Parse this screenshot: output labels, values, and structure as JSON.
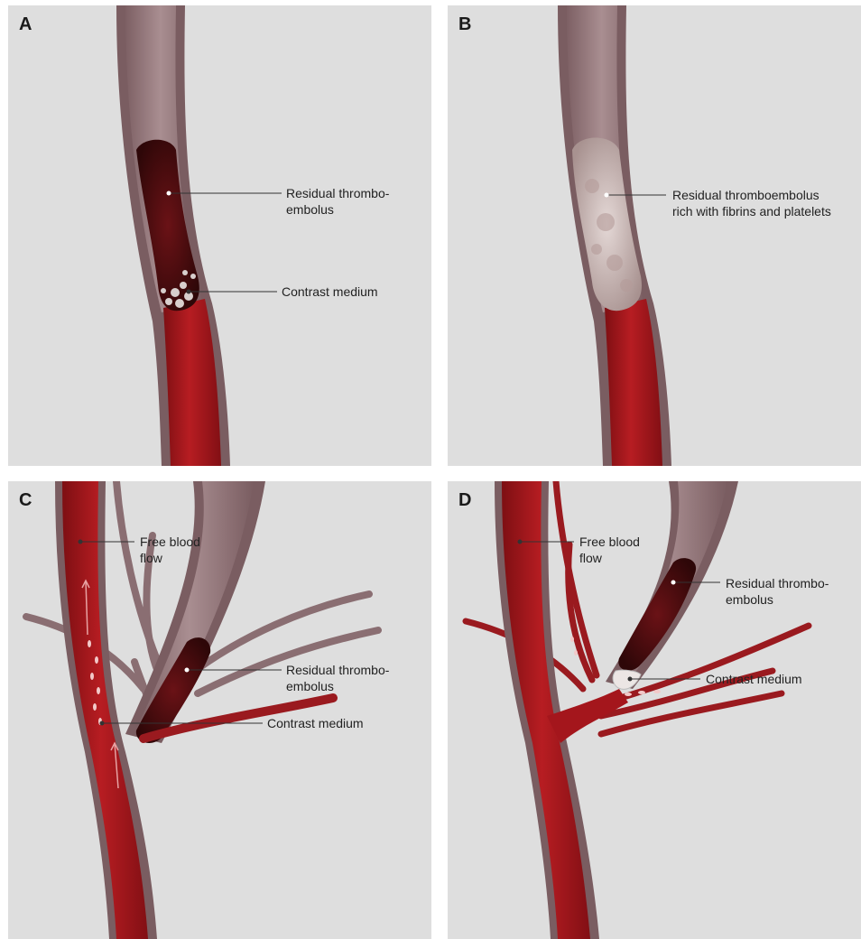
{
  "panels": [
    {
      "letter": "A",
      "labels": [
        {
          "lines": [
            "Residual thrombo-",
            "embolus"
          ]
        },
        {
          "lines": [
            "Contrast medium"
          ]
        }
      ]
    },
    {
      "letter": "B",
      "labels": [
        {
          "lines": [
            "Residual thromboembolus",
            "rich with fibrins and platelets"
          ]
        }
      ]
    },
    {
      "letter": "C",
      "labels": [
        {
          "lines": [
            "Free blood",
            "flow"
          ]
        },
        {
          "lines": [
            "Residual thrombo-",
            "embolus"
          ]
        },
        {
          "lines": [
            "Contrast medium"
          ]
        }
      ]
    },
    {
      "letter": "D",
      "labels": [
        {
          "lines": [
            "Free blood",
            "flow"
          ]
        },
        {
          "lines": [
            "Residual thrombo-",
            "embolus"
          ]
        },
        {
          "lines": [
            "Contrast medium"
          ]
        }
      ]
    }
  ],
  "colors": {
    "background": "#dedede",
    "vessel_wall": "#8a6a6e",
    "empty_lumen": "#9c8084",
    "blood": "#a4161c",
    "thrombus_dark": "#3e0a0c",
    "thrombus_pale": "#c9b9b6",
    "contrast": "#e8e2e0",
    "leader_line": "#333333"
  }
}
